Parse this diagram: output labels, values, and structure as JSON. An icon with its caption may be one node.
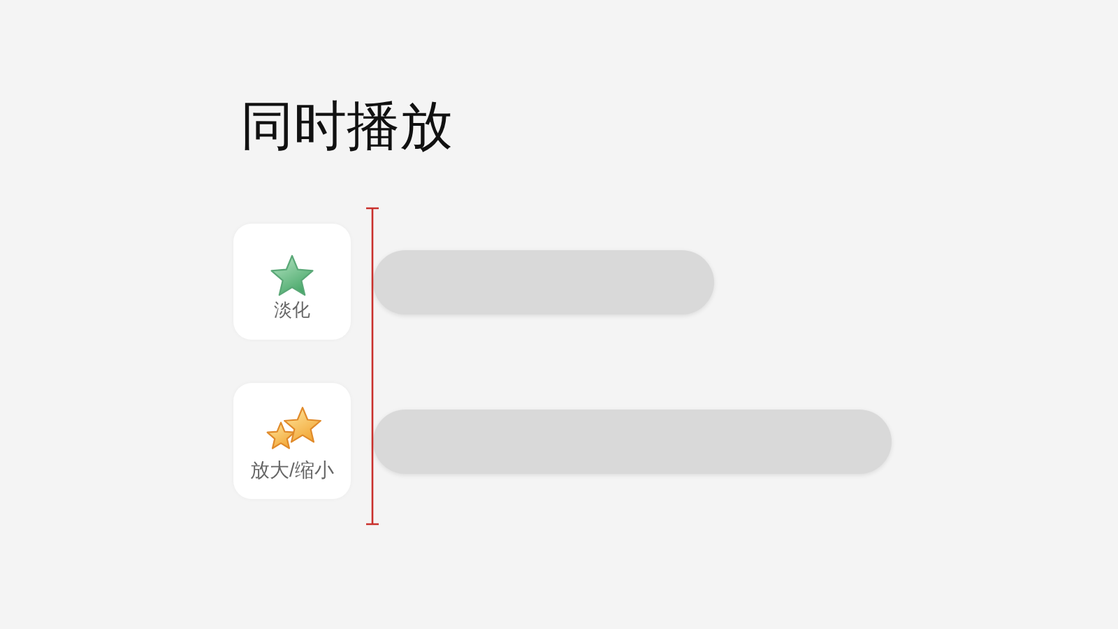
{
  "diagram": {
    "title": "同时播放",
    "nodes": [
      {
        "text": [
          "淡化"
        ]
      },
      {
        "text": [],
        "shape": "bar"
      },
      {
        "text": [
          "放大/缩小"
        ]
      },
      {
        "text": [],
        "shape": "bar"
      }
    ]
  }
}
